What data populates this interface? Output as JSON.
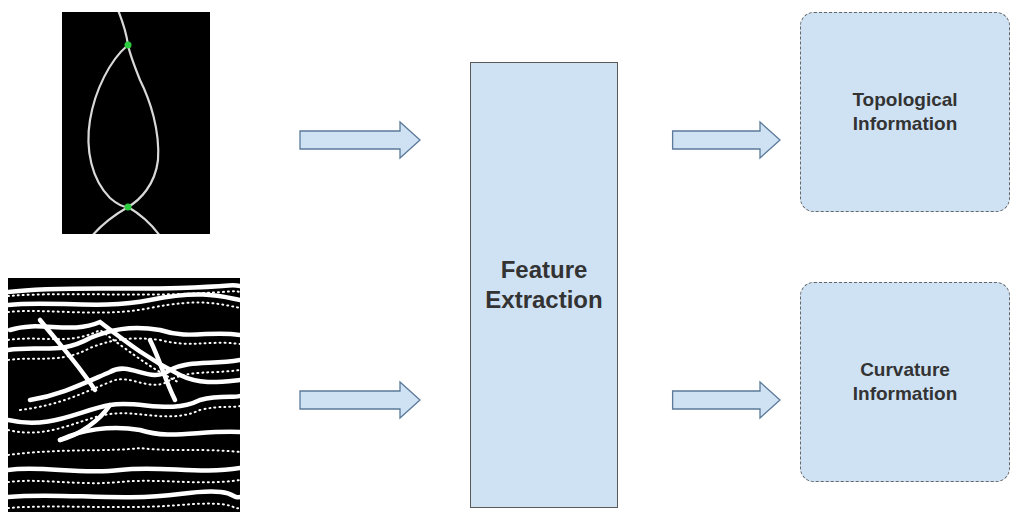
{
  "diagram": {
    "nodes": [
      {
        "text": [
          "Feature Extraction"
        ]
      },
      {
        "text": [
          "Topological Information"
        ]
      },
      {
        "text": [
          "Curvature Information"
        ]
      }
    ],
    "edges": [
      {
        "from": 0,
        "to": 1,
        "arrow": "to"
      },
      {
        "from": 0,
        "to": 2,
        "arrow": "to"
      }
    ]
  }
}
